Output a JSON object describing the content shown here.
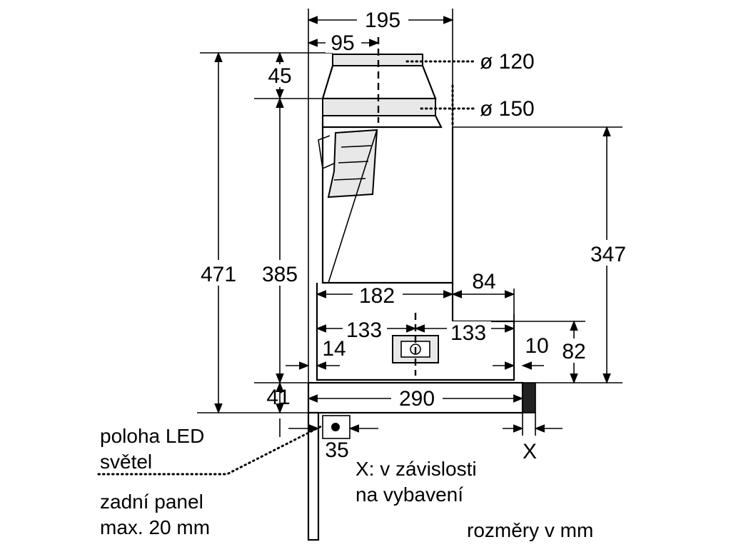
{
  "dimensions": {
    "d195": "195",
    "d95": "95",
    "d45": "45",
    "d471": "471",
    "d385": "385",
    "d347": "347",
    "d182": "182",
    "d84": "84",
    "d133_left": "133",
    "d133_right": "133",
    "d14": "14",
    "d10": "10",
    "d82": "82",
    "d41": "41",
    "d290": "290",
    "d35": "35",
    "dX": "X"
  },
  "diameters": {
    "top": "ø 120",
    "bottom": "ø 150"
  },
  "notes": {
    "led_line1": "poloha LED",
    "led_line2": "světel",
    "panel_line1": "zadní panel",
    "panel_line2": "max. 20 mm",
    "x_line1": "X: v závislosti",
    "x_line2": "na vybavení",
    "units": "rozměry v mm"
  },
  "colors": {
    "line": "#000000",
    "shade": "#e8e8e8",
    "background": "#ffffff"
  }
}
